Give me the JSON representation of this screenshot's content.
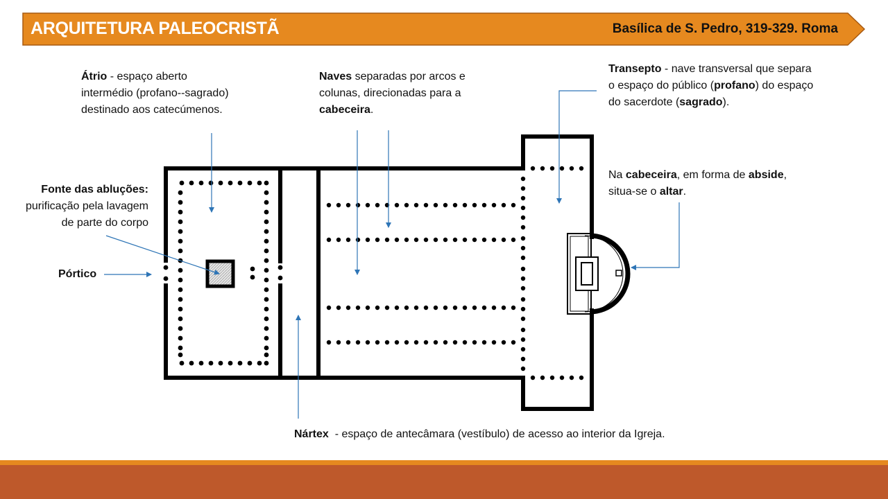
{
  "header": {
    "title": "ARQUITETURA PALEOCRISTÃ",
    "subtitle": "Basílica de S. Pedro, 319-329. Roma"
  },
  "colors": {
    "banner": "#E6891F",
    "banner_border": "#A75A12",
    "footer": "#BE592B",
    "arrow": "#2E75B6"
  },
  "notes": {
    "atrio": {
      "term": "Átrio",
      "text1": " - espaço aberto",
      "text2": "intermédio (profano--sagrado)",
      "text3": "destinado aos catecúmenos."
    },
    "naves": {
      "term": "Naves",
      "text1": " separadas por arcos e",
      "text2": "colunas, direcionadas para a",
      "term2": "cabeceira",
      "end": "."
    },
    "transepto": {
      "term": "Transepto",
      "text1": " - nave transversal que separa",
      "text2a": "o espaço do público (",
      "term2": "profano",
      "text2b": ") do espaço",
      "text3a": "do sacerdote (",
      "term3": "sagrado",
      "text3b": ")."
    },
    "cabeceira": {
      "text1a": "Na ",
      "term1": "cabeceira",
      "text1b": ", em forma de ",
      "term2": "abside",
      "text1c": ",",
      "text2a": "situa-se o ",
      "term3": "altar",
      "text2b": "."
    },
    "fonte": {
      "term": "Fonte das abluções:",
      "text2": "purificação pela lavagem",
      "text3": "de parte do corpo"
    },
    "portico": {
      "term": "Pórtico"
    },
    "nartex": {
      "term": "Nártex",
      "text": "  - espaço de antecâmara (vestíbulo) de acesso ao interior da Igreja."
    }
  }
}
